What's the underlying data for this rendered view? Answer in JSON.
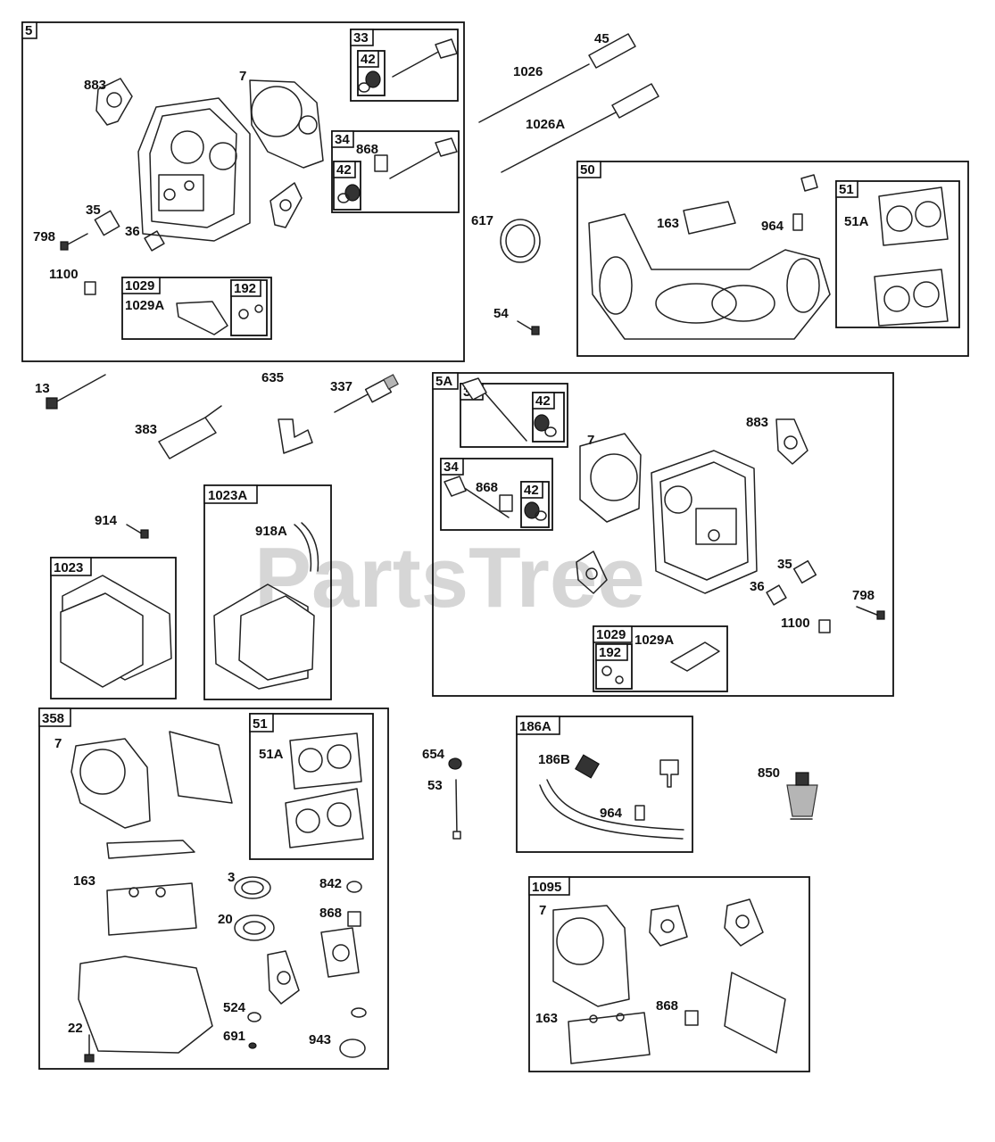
{
  "watermark": "PartsTree",
  "assemblies": [
    {
      "tag": "5"
    },
    {
      "tag": "33"
    },
    {
      "tag": "42"
    },
    {
      "tag": "34"
    },
    {
      "tag": "42"
    },
    {
      "tag": "1029"
    },
    {
      "tag": "192"
    },
    {
      "tag": "50"
    },
    {
      "tag": "51"
    },
    {
      "tag": "5A"
    },
    {
      "tag": "33"
    },
    {
      "tag": "42"
    },
    {
      "tag": "34"
    },
    {
      "tag": "42"
    },
    {
      "tag": "1029"
    },
    {
      "tag": "192"
    },
    {
      "tag": "1023A"
    },
    {
      "tag": "1023"
    },
    {
      "tag": "358"
    },
    {
      "tag": "51"
    },
    {
      "tag": "186A"
    },
    {
      "tag": "1095"
    }
  ],
  "callouts": [
    "883",
    "7",
    "868",
    "35",
    "798",
    "36",
    "1100",
    "1029A",
    "45",
    "1026",
    "1026A",
    "617",
    "54",
    "163",
    "964",
    "51A",
    "13",
    "383",
    "635",
    "337",
    "883",
    "7",
    "868",
    "35",
    "36",
    "798",
    "1100",
    "1029A",
    "914",
    "918A",
    "7",
    "51A",
    "163",
    "3",
    "842",
    "20",
    "868",
    "524",
    "691",
    "22",
    "943",
    "654",
    "53",
    "186B",
    "964",
    "850",
    "7",
    "868",
    "163"
  ]
}
